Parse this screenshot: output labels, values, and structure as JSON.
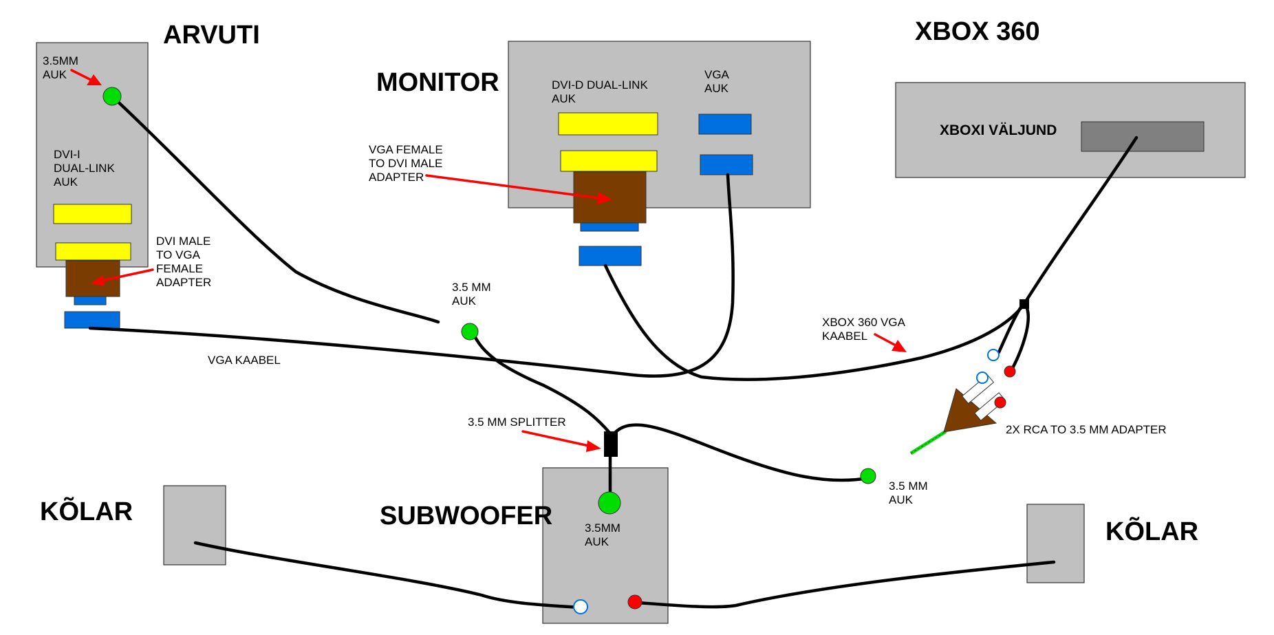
{
  "labels": {
    "arvuti": "ARVUTI",
    "monitor": "MONITOR",
    "xbox": "XBOX 360",
    "kolar_left": "KÕLAR",
    "kolar_right": "KÕLAR",
    "subwoofer": "SUBWOOFER"
  },
  "annotations": {
    "pc_audio": [
      "3.5MM",
      "AUK"
    ],
    "pc_dvi": [
      "DVI-I",
      "DUAL-LINK",
      "AUK"
    ],
    "dvi_vga_adapter": [
      "DVI MALE",
      "TO VGA",
      "FEMALE",
      "ADAPTER"
    ],
    "monitor_dvi": [
      "DVI-D DUAL-LINK",
      "AUK"
    ],
    "monitor_vga": [
      "VGA",
      "AUK"
    ],
    "vga_dvi_adapter": [
      "VGA FEMALE",
      "TO DVI MALE",
      "ADAPTER"
    ],
    "xbox_output": "XBOXI VÄLJUND",
    "audio_mid": [
      "3.5 MM",
      "AUK"
    ],
    "vga_cable": "VGA KAABEL",
    "xbox_cable": [
      "XBOX 360 VGA",
      "KAABEL"
    ],
    "splitter": "3.5 MM SPLITTER",
    "sub_jack": [
      "3.5MM",
      "AUK"
    ],
    "audio_right": [
      "3.5 MM",
      "AUK"
    ],
    "rca_adapter": "2X RCA TO 3.5 MM ADAPTER"
  },
  "colors": {
    "device": "#c0c0c0",
    "dvi_port": "#ffff00",
    "vga_port": "#0070e0",
    "adapter": "#7a3c00",
    "audio_jack": "#00dd00",
    "arrow": "#ff0000",
    "cable": "#000000"
  }
}
